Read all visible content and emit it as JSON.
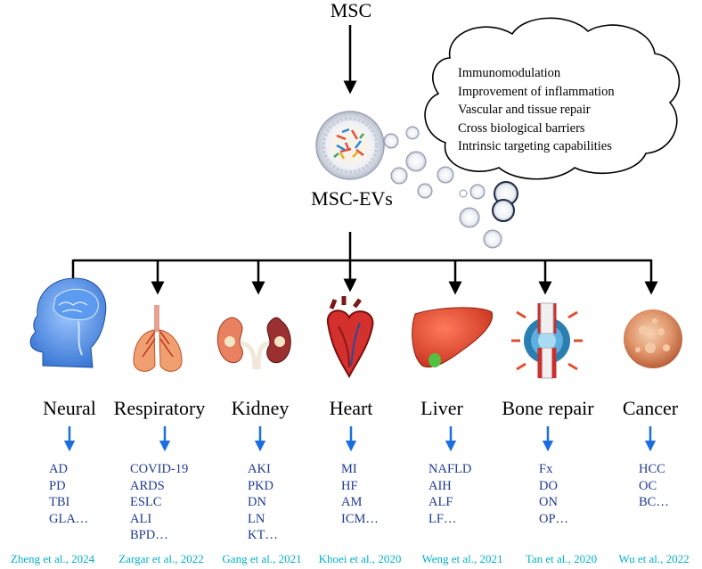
{
  "top_label": "MSC",
  "ev_label": "MSC-EVs",
  "benefits": [
    "Immunomodulation",
    "Improvement of inflammation",
    "Vascular and tissue repair",
    "Cross biological  barriers",
    " Intrinsic targeting capabilities"
  ],
  "categories": [
    {
      "name": "Neural",
      "icon": "human-head-brain-icon",
      "diseases": [
        "AD",
        "PD",
        "TBI",
        "GLA…"
      ],
      "ref": "Zheng et al., 2024"
    },
    {
      "name": "Respiratory",
      "icon": "lungs-icon",
      "diseases": [
        "COVID-19",
        "ARDS",
        "ESLC",
        "ALI",
        "BPD…"
      ],
      "ref": "Zargar et al., 2022"
    },
    {
      "name": "Kidney",
      "icon": "kidneys-icon",
      "diseases": [
        "AKI",
        "PKD",
        "DN",
        "LN",
        "KT…"
      ],
      "ref": "Gang et al., 2021"
    },
    {
      "name": "Heart",
      "icon": "heart-icon",
      "diseases": [
        "MI",
        "HF",
        "AM",
        "ICM…"
      ],
      "ref": "Khoei et al., 2020"
    },
    {
      "name": "Liver",
      "icon": "liver-icon",
      "diseases": [
        "NAFLD",
        "AIH",
        "ALF",
        "LF…"
      ],
      "ref": "Weng et al., 2021"
    },
    {
      "name": "Bone repair",
      "icon": "bone-joint-icon",
      "diseases": [
        "Fx",
        "DO",
        "ON",
        "OP…"
      ],
      "ref": "Tan et al., 2020"
    },
    {
      "name": "Cancer",
      "icon": "cancer-cell-icon",
      "diseases": [
        "HCC",
        "OC",
        "BC…"
      ],
      "ref": "Wu et al., 2022"
    }
  ],
  "colors": {
    "arrow_black": "#000000",
    "arrow_blue": "#1a6fe0",
    "disease_text": "#1f3a93",
    "ref_text": "#00b0c8"
  }
}
